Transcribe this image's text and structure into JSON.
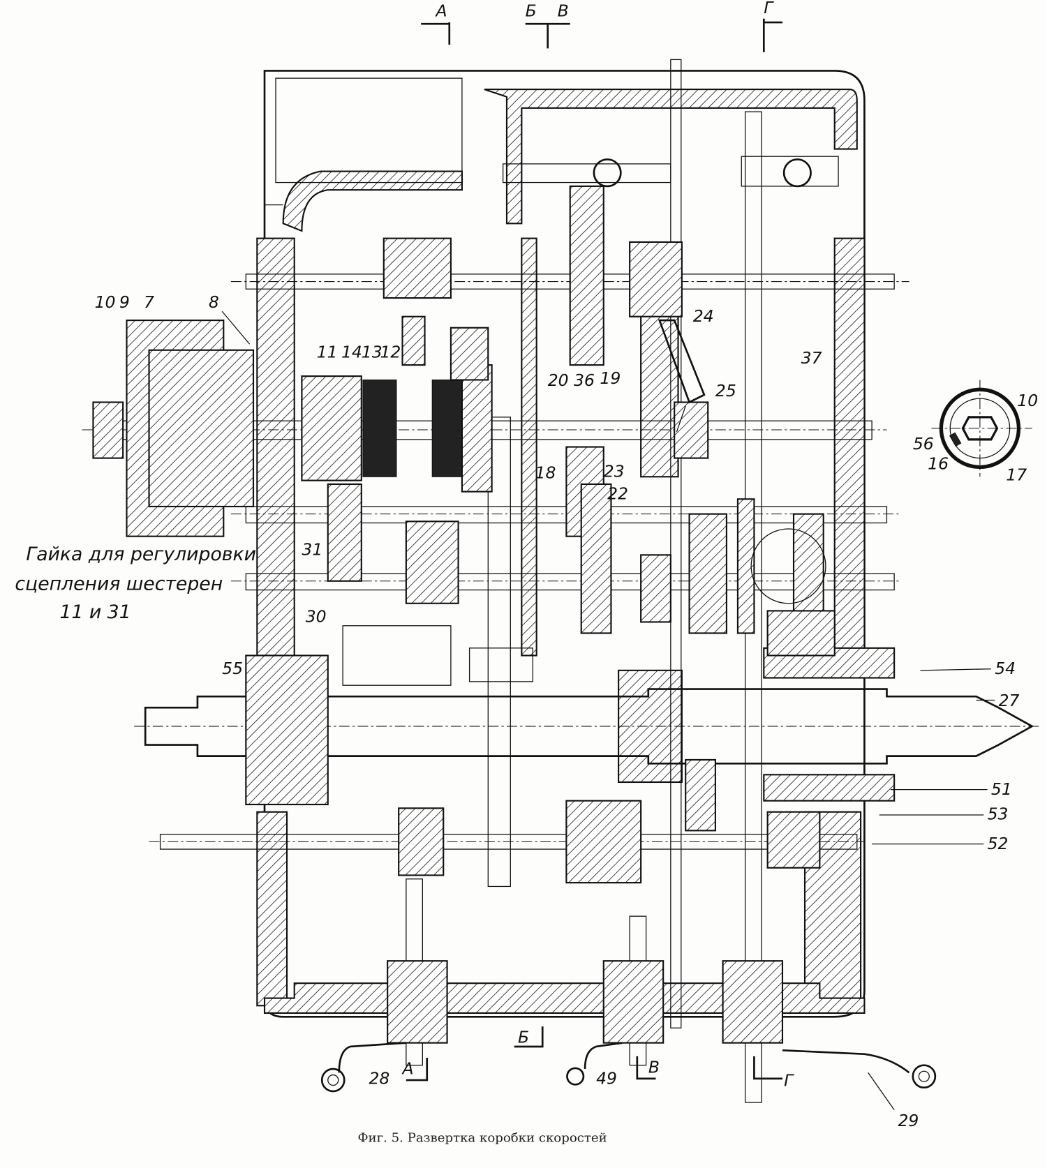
{
  "caption": "Фиг. 5. Развертка коробки скоростей",
  "note": {
    "line1": "Гайка для регулировки",
    "line2": "сцепления шестерен",
    "line3": "11 и 31"
  },
  "sections": {
    "top_a": "А",
    "top_b": "Б",
    "top_v": "В",
    "top_g": "Г",
    "bottom_a": "А",
    "bottom_b": "Б",
    "bottom_v": "В",
    "bottom_g": "Г"
  },
  "labels": {
    "p10": "10",
    "p9": "9",
    "p7": "7",
    "p8": "8",
    "p11": "11",
    "p14": "14",
    "p13": "13",
    "p12": "12",
    "p20": "20",
    "p36": "36",
    "p19": "19",
    "p24": "24",
    "p25": "25",
    "p37": "37",
    "p18": "18",
    "p23": "23",
    "p22": "22",
    "p31": "31",
    "p30": "30",
    "p55": "55",
    "p54": "54",
    "p27": "27",
    "p51": "51",
    "p53": "53",
    "p52": "52",
    "p28": "28",
    "p49": "49",
    "p29": "29"
  },
  "inset": {
    "p10": "10",
    "p56": "56",
    "p16": "16",
    "p17": "17"
  }
}
